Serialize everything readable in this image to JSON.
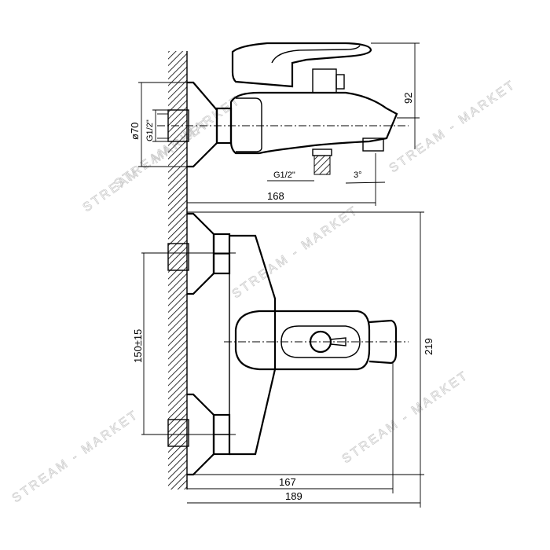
{
  "watermark": "STREAM - MARKET",
  "dimensions": {
    "d70": "ø70",
    "g12_side": "G1/2\"",
    "g12_bottom": "G1/2\"",
    "angle": "3°",
    "h92": "92",
    "w168": "168",
    "w167": "167",
    "w189": "189",
    "c150": "150±15",
    "h219": "219"
  }
}
